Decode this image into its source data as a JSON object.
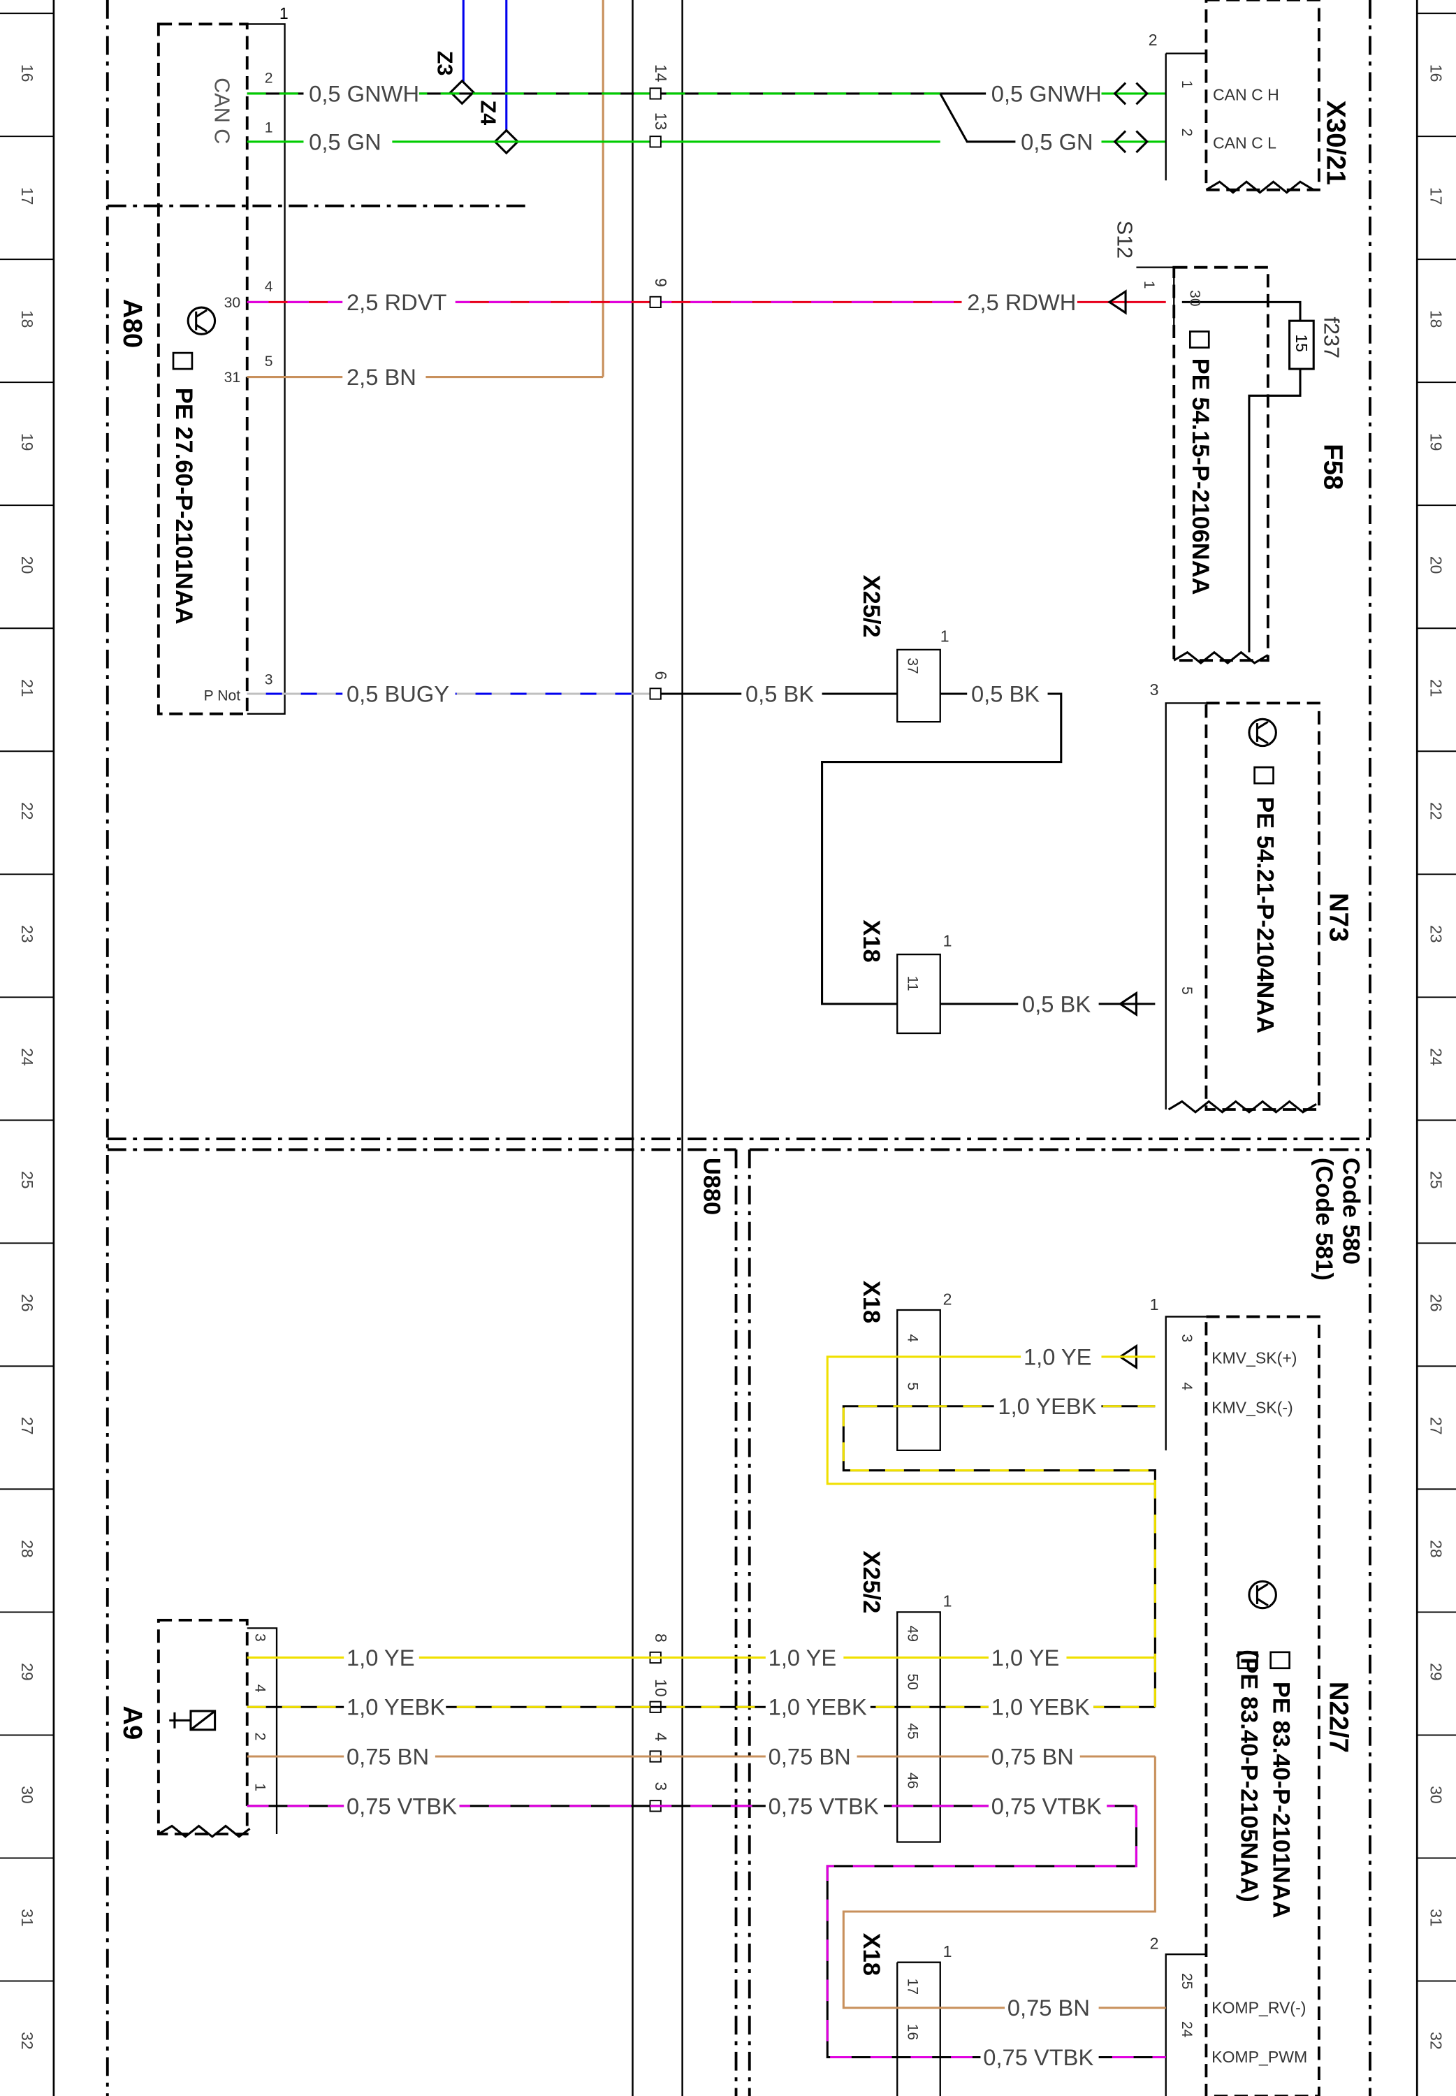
{
  "grid": {
    "row_numbers": [
      "16",
      "17",
      "18",
      "19",
      "20",
      "21",
      "22",
      "23",
      "24",
      "25",
      "26",
      "27",
      "28",
      "29",
      "30",
      "31",
      "32"
    ]
  },
  "components": {
    "a80": {
      "ref": "A80",
      "pe": "PE 27.60-P-2101NAA",
      "bus": "CAN C",
      "pin_labels": [
        "30",
        "31",
        "P Not"
      ],
      "pins": [
        "2",
        "1",
        "4",
        "5",
        "3"
      ],
      "connector": "1"
    },
    "x30_21": {
      "ref": "X30/21",
      "pin_labels": [
        "CAN C H",
        "CAN C L"
      ],
      "pins": [
        "1",
        "2"
      ],
      "connector": "2"
    },
    "f58": {
      "ref": "F58",
      "pe": "PE 54.15-P-2106NAA",
      "fuse_id": "f237",
      "fuse_value": "15",
      "pin_label": "30",
      "pin": "1"
    },
    "s12": {
      "ref": "S12"
    },
    "x25_2_top": {
      "ref": "X25/2",
      "pin": "37",
      "connector": "1"
    },
    "x18_mid": {
      "ref": "X18",
      "pin": "11",
      "connector": "1"
    },
    "n73": {
      "ref": "N73",
      "pe": "PE 54.21-P-2104NAA",
      "pin": "5",
      "connector": "3"
    },
    "u880": {
      "ref": "U880"
    },
    "code": {
      "line1": "Code 580",
      "line2": "(Code 581)"
    },
    "x18_code": {
      "ref": "X18",
      "pins": [
        "4",
        "5"
      ],
      "connector": "2"
    },
    "x25_2_bottom": {
      "ref": "X25/2",
      "pins": [
        "49",
        "50",
        "45",
        "46"
      ],
      "connector": "1"
    },
    "x18_bottom": {
      "ref": "X18",
      "pins": [
        "17",
        "16"
      ],
      "connector": "1"
    },
    "n22_7": {
      "ref": "N22/7",
      "pe1": "PE 83.40-P-2101NAA",
      "pe2": "(PE 83.40-P-2105NAA)",
      "pin_labels": [
        "KMV_SK(+)",
        "KMV_SK(-)",
        "KOMP_RV(-)",
        "KOMP_PWM"
      ],
      "pins": [
        "3",
        "4",
        "25",
        "24"
      ],
      "connectors": [
        "1",
        "2"
      ]
    },
    "a9": {
      "ref": "A9",
      "pins": [
        "3",
        "4",
        "2",
        "1"
      ]
    },
    "splices": [
      "Z3",
      "Z4"
    ],
    "separation_pins": [
      "14",
      "13",
      "9",
      "6",
      "8",
      "10",
      "4",
      "3"
    ]
  },
  "wires": {
    "w_gnwh_a": "0,5 GNWH",
    "w_gn_a": "0,5 GN",
    "w_rdvt": "2,5 RDVT",
    "w_bn25": "2,5 BN",
    "w_bugy": "0,5 BUGY",
    "w_gnwh_b": "0,5 GNWH",
    "w_gn_b": "0,5 GN",
    "w_rdwh": "2,5 RDWH",
    "w_bk1": "0,5 BK",
    "w_bk2": "0,5 BK",
    "w_bk3": "0,5 BK",
    "w_ye_c1": "1,0 YE",
    "w_yebk_c1": "1,0 YEBK",
    "w_ye_a9": "1,0 YE",
    "w_yebk_a9": "1,0 YEBK",
    "w_bn_a9": "0,75 BN",
    "w_vtbk_a9": "0,75 VTBK",
    "w_ye_m": "1,0 YE",
    "w_yebk_m": "1,0 YEBK",
    "w_bn_m": "0,75 BN",
    "w_vtbk_m": "0,75 VTBK",
    "w_ye_r": "1,0 YE",
    "w_yebk_r": "1,0 YEBK",
    "w_bn_r": "0,75 BN",
    "w_vtbk_r": "0,75 VTBK",
    "w_bn_x18": "0,75 BN",
    "w_vtbk_x18": "0,75 VTBK"
  },
  "colors": {
    "green": "#00cc00",
    "red": "#e8001c",
    "magenta": "#e000e0",
    "brown": "#c8905c",
    "blue": "#0000ee",
    "yellow": "#f0e000",
    "black": "#000000"
  }
}
